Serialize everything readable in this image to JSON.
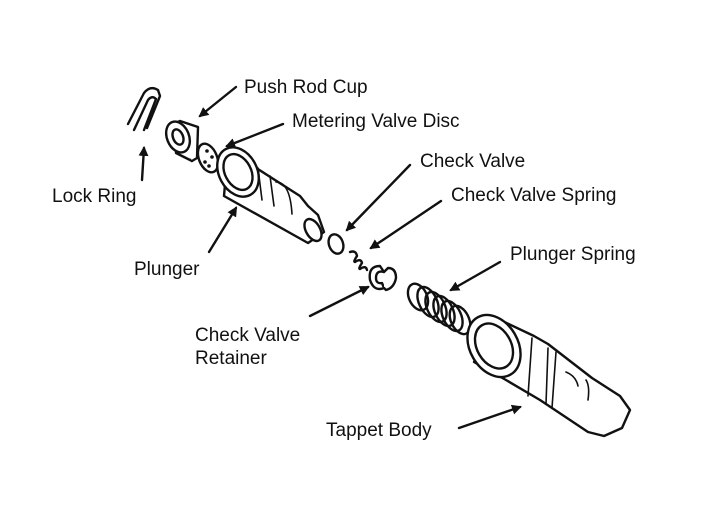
{
  "diagram": {
    "labels": {
      "push_rod_cup": "Push Rod Cup",
      "metering_valve_disc": "Metering Valve Disc",
      "check_valve": "Check Valve",
      "check_valve_spring": "Check Valve Spring",
      "lock_ring": "Lock Ring",
      "plunger_spring": "Plunger Spring",
      "plunger": "Plunger",
      "check_valve_retainer_line1": "Check Valve",
      "check_valve_retainer_line2": "Retainer",
      "tappet_body": "Tappet Body"
    }
  }
}
